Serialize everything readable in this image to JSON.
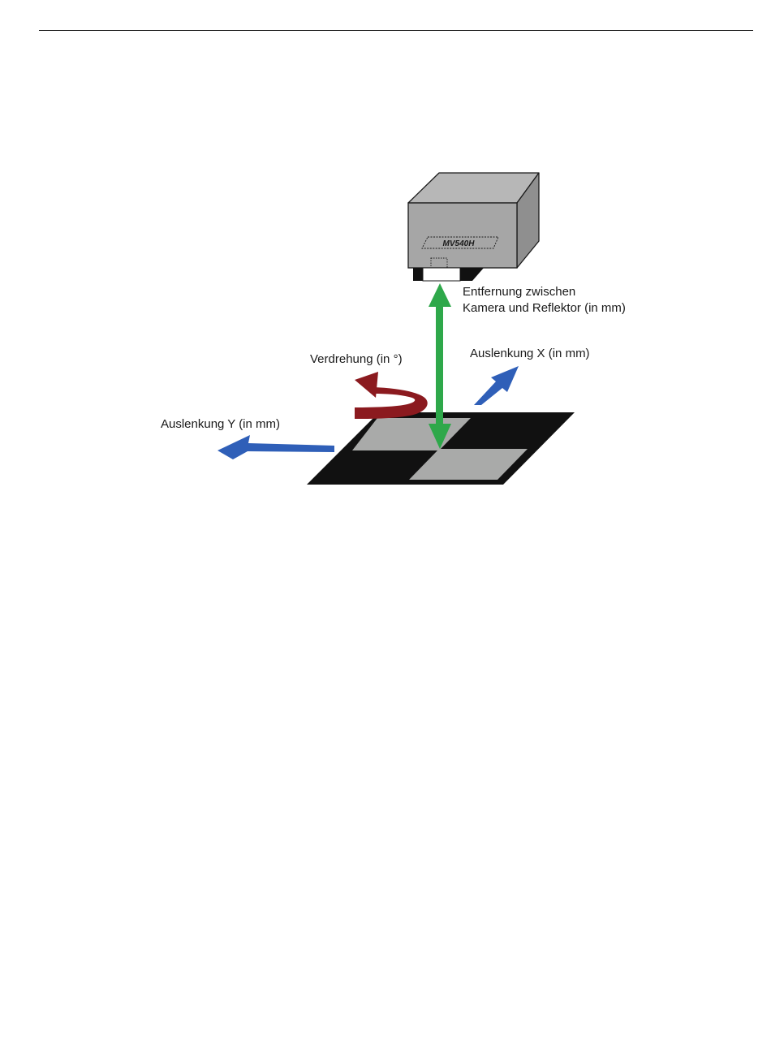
{
  "camera": {
    "model_label": "MV540H"
  },
  "labels": {
    "distance_line1": "Entfernung zwischen",
    "distance_line2": "Kamera und Reflektor (in mm)",
    "rotation": "Verdrehung (in °)",
    "deflection_x": "Auslenkung X (in mm)",
    "deflection_y": "Auslenkung Y (in mm)"
  },
  "colors": {
    "distance_arrow": "#2ea84a",
    "rotation_arrow": "#8b1a1f",
    "deflection_arrows": "#2f5fb8",
    "camera_body": "#a6a6a6",
    "reflector_base": "#111111",
    "reflector_tiles": "#a9aaa9"
  }
}
